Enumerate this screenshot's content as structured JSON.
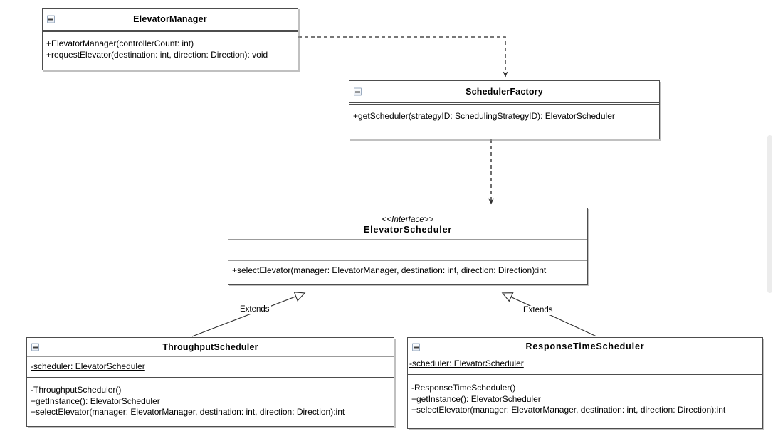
{
  "diagram": {
    "type": "uml-class-diagram",
    "classes": [
      {
        "id": "elevator-manager",
        "name": "ElevatorManager",
        "stereotype": "",
        "collapse_icon": "collapse-minus-icon",
        "attributes": [],
        "methods": [
          "+ElevatorManager(controllerCount: int)",
          "+requestElevator(destination: int, direction: Direction): void"
        ]
      },
      {
        "id": "scheduler-factory",
        "name": "SchedulerFactory",
        "stereotype": "",
        "collapse_icon": "collapse-minus-icon",
        "attributes": [],
        "methods": [
          "+getScheduler(strategyID: SchedulingStrategyID): ElevatorScheduler"
        ]
      },
      {
        "id": "elevator-scheduler",
        "name": "ElevatorScheduler",
        "stereotype": "<<Interface>>",
        "collapse_icon": "",
        "attributes": [],
        "methods": [
          "+selectElevator(manager: ElevatorManager, destination: int, direction: Direction):int"
        ]
      },
      {
        "id": "throughput-scheduler",
        "name": "ThroughputScheduler",
        "stereotype": "",
        "collapse_icon": "collapse-minus-icon",
        "attributes": [
          "-scheduler: ElevatorScheduler"
        ],
        "methods": [
          "-ThroughputScheduler()",
          "+getInstance(): ElevatorScheduler",
          "+selectElevator(manager: ElevatorManager, destination: int, direction: Direction):int"
        ]
      },
      {
        "id": "response-time-scheduler",
        "name": "ResponseTimeScheduler",
        "stereotype": "",
        "collapse_icon": "collapse-minus-icon",
        "attributes": [
          "-scheduler: ElevatorScheduler"
        ],
        "methods": [
          "-ResponseTimeScheduler()",
          "+getInstance(): ElevatorScheduler",
          "+selectElevator(manager: ElevatorManager, destination: int, direction: Direction):int"
        ]
      }
    ],
    "relationships": [
      {
        "id": "dep-manager-factory",
        "kind": "dependency",
        "style": "dashed-open-arrow",
        "from": "elevator-manager",
        "to": "scheduler-factory",
        "label": ""
      },
      {
        "id": "dep-factory-scheduler",
        "kind": "dependency",
        "style": "dashed-open-arrow",
        "from": "scheduler-factory",
        "to": "elevator-scheduler",
        "label": ""
      },
      {
        "id": "gen-throughput",
        "kind": "generalization",
        "style": "solid-hollow-triangle",
        "from": "throughput-scheduler",
        "to": "elevator-scheduler",
        "label": "Extends"
      },
      {
        "id": "gen-responsetime",
        "kind": "generalization",
        "style": "solid-hollow-triangle",
        "from": "response-time-scheduler",
        "to": "elevator-scheduler",
        "label": "Extends"
      }
    ]
  },
  "colors": {
    "canvas_background": "#ffffff",
    "box_border": "#4d4d4d",
    "box_fill": "#ffffff",
    "text": "#000000",
    "connector": "#3a3a3a",
    "scrollbar_thumb": "#ececec",
    "collapse_icon_border": "#9aabc0"
  }
}
